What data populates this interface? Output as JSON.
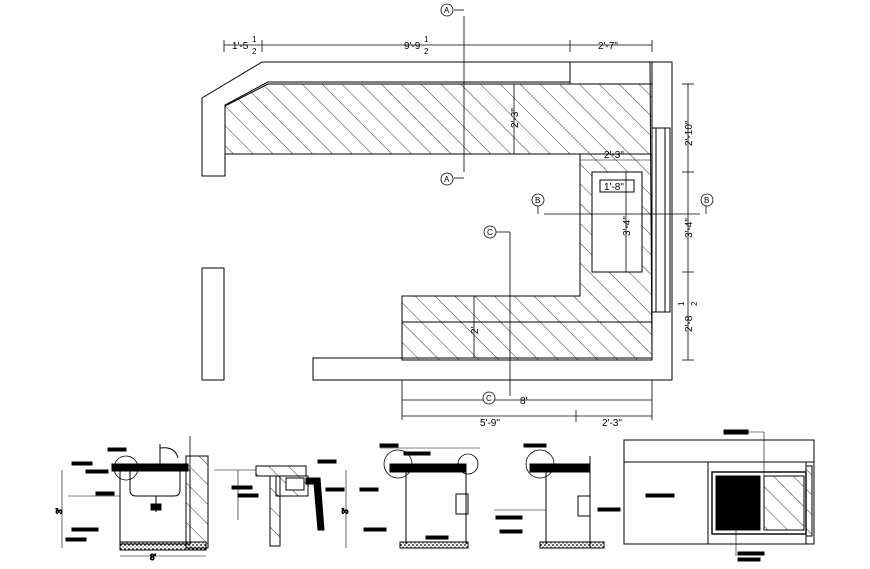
{
  "plan": {
    "dimensions": {
      "top_left": "1'-5",
      "top_left_frac_num": "1",
      "top_left_frac_den": "2",
      "top_mid": "9'-9",
      "top_mid_frac_num": "1",
      "top_mid_frac_den": "2",
      "top_right": "2'-7\"",
      "counter_depth_top": "2'-3\"",
      "right_upper": "2'-10\"",
      "return_width": "2'-3\"",
      "sink_width": "1'-8\"",
      "sink_length": "3'-4\"",
      "right_middle": "3'-4\"",
      "right_lower": "2'-8",
      "right_lower_frac_num": "1",
      "right_lower_frac_den": "2",
      "counter_depth_bottom": "2'",
      "bottom_overall": "8'",
      "bottom_left": "5'-9\"",
      "bottom_right": "2'-3\""
    },
    "section_markers": {
      "a_top": "A",
      "a_bottom": "A",
      "b_left": "B",
      "b_right": "B",
      "c_top": "C",
      "c_bottom": "C"
    }
  },
  "details": {
    "section_height_1": "3'",
    "section_height_2": "3'",
    "section_width_1": "8'"
  }
}
